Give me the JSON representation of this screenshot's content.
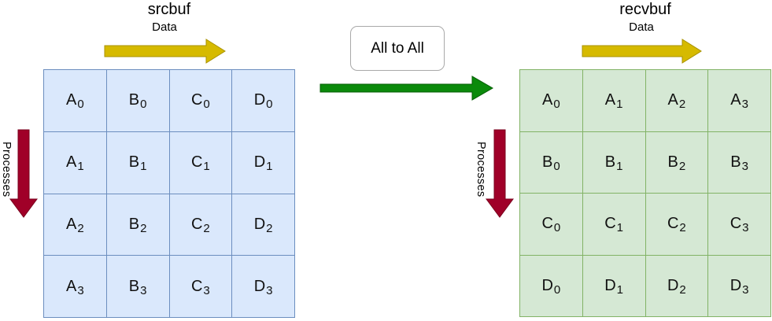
{
  "left_panel": {
    "title": "srcbuf",
    "data_arrow_label": "Data",
    "processes_arrow_label": "Processes",
    "grid_rows": [
      [
        "A0",
        "B0",
        "C0",
        "D0"
      ],
      [
        "A1",
        "B1",
        "C1",
        "D1"
      ],
      [
        "A2",
        "B2",
        "C2",
        "D2"
      ],
      [
        "A3",
        "B3",
        "C3",
        "D3"
      ]
    ]
  },
  "right_panel": {
    "title": "recvbuf",
    "data_arrow_label": "Data",
    "processes_arrow_label": "Processes",
    "grid_rows": [
      [
        "A0",
        "A1",
        "A2",
        "A3"
      ],
      [
        "B0",
        "B1",
        "B2",
        "B3"
      ],
      [
        "C0",
        "C1",
        "C2",
        "C3"
      ],
      [
        "D0",
        "D1",
        "D2",
        "D3"
      ]
    ]
  },
  "center": {
    "operation_label": "All to All"
  },
  "colors": {
    "src_cell_fill": "#dae8fc",
    "src_cell_border": "#6c8ebf",
    "recv_cell_fill": "#d5e8d4",
    "recv_cell_border": "#82b366",
    "data_arrow_fill": "#d6ba00",
    "data_arrow_stroke": "#a89200",
    "processes_arrow_fill": "#a00028",
    "processes_arrow_stroke": "#7a001e",
    "all_to_all_arrow_fill": "#0b8a0b",
    "all_to_all_arrow_stroke": "#065c06"
  }
}
